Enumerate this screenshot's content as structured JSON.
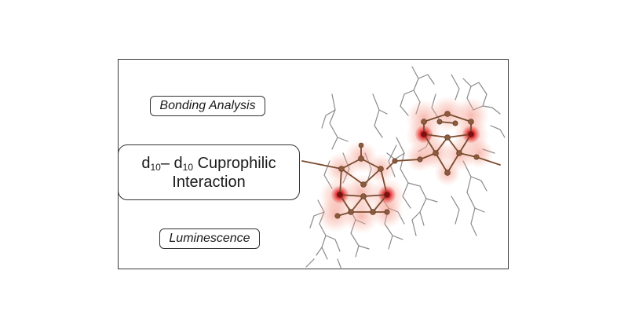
{
  "labels": {
    "bonding": "Bonding Analysis",
    "luminescence": "Luminescence",
    "main": {
      "d_left": "d",
      "sub_left": "10",
      "dash": "– ",
      "d_right": "d",
      "sub_right": "10",
      "line1_rest": " Cuprophilic",
      "line2": "Interaction"
    }
  },
  "colors": {
    "bond": "#8a8a8a",
    "copper_atom": "#8c5a3c",
    "highlight_glow": "#f08070",
    "highlight_core": "#c81e1e",
    "frame": "#3a3a3a"
  }
}
